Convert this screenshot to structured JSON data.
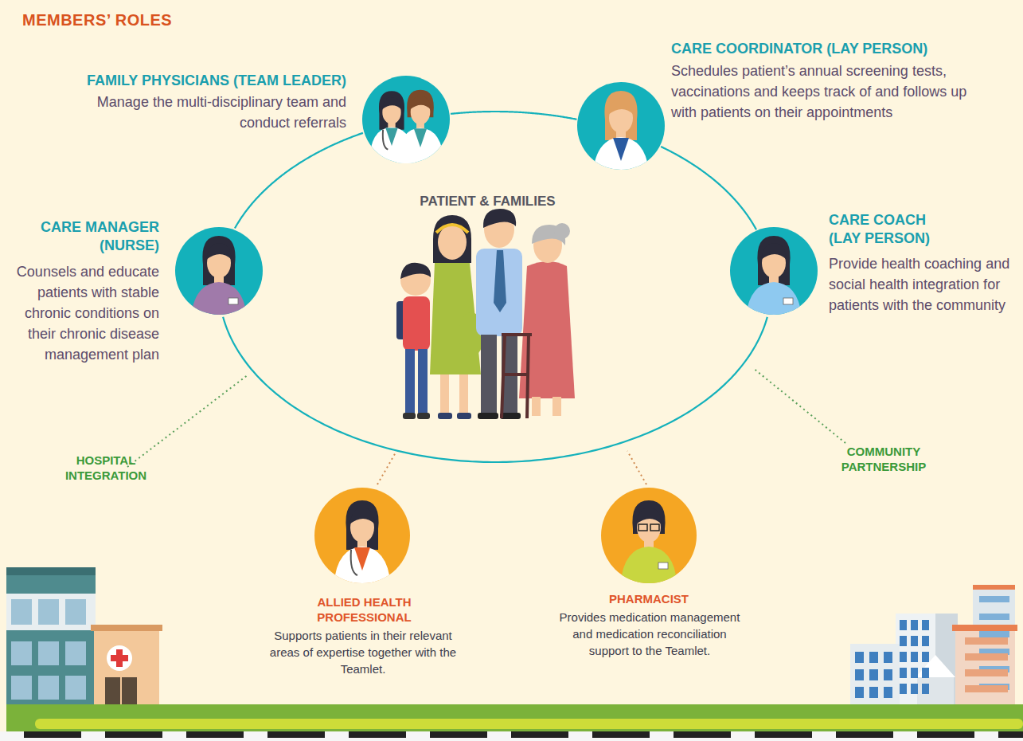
{
  "diagram": {
    "title": "MEMBERS’ ROLES",
    "nodes": [
      {
        "text": [
          "FAMILY PHYSICIANS (TEAM LEADER)",
          "Manage the multi-disciplinary team and conduct referrals"
        ]
      },
      {
        "text": [
          "CARE COORDINATOR (LAY PERSON)",
          "Schedules patient’s annual screening tests, vaccinations and keeps track of and follows up with patients on their appointments"
        ]
      },
      {
        "text": [
          "CARE MANAGER (NURSE)",
          "Counsels and educate patients with stable chronic conditions on their chronic disease management plan"
        ]
      },
      {
        "text": [
          "CARE COACH (LAY PERSON)",
          "Provide health coaching and social health integration for patients with the community"
        ]
      },
      {
        "text": [
          "ALLIED HEALTH PROFESSIONAL",
          "Supports patients in their relevant areas of expertise together with the Teamlet."
        ]
      },
      {
        "text": [
          "PHARMACIST",
          "Provides medication management and medication reconciliation support to the Teamlet."
        ]
      }
    ],
    "edges": [
      {
        "from": 0,
        "to": 1,
        "arrow": "none"
      },
      {
        "from": 1,
        "to": 3,
        "arrow": "none"
      },
      {
        "from": 3,
        "to": 2,
        "arrow": "none"
      },
      {
        "from": 2,
        "to": 0,
        "arrow": "none"
      }
    ],
    "labels": [
      "PATIENT & FAMILIES",
      "HOSPITAL INTEGRATION",
      "COMMUNITY PARTNERSHIP"
    ]
  }
}
